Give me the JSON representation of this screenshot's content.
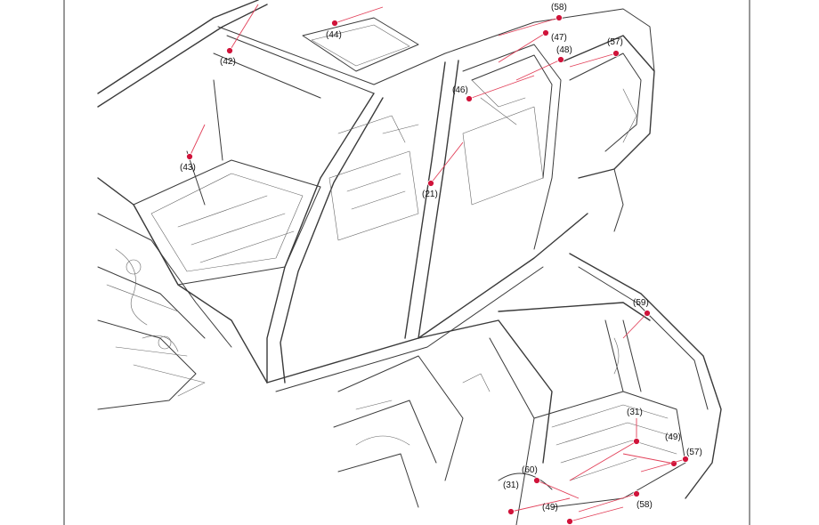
{
  "diagram": {
    "accent_color": "#d0133a",
    "leader_color": "#e2415a"
  },
  "callouts": [
    {
      "id": "c42",
      "label": "(42)"
    },
    {
      "id": "c44",
      "label": "(44)"
    },
    {
      "id": "c58a",
      "label": "(58)"
    },
    {
      "id": "c47",
      "label": "(47)"
    },
    {
      "id": "c48",
      "label": "(48)"
    },
    {
      "id": "c57a",
      "label": "(57)"
    },
    {
      "id": "c46",
      "label": "(46)"
    },
    {
      "id": "c43",
      "label": "(43)"
    },
    {
      "id": "c21",
      "label": "(21)"
    },
    {
      "id": "c59",
      "label": "(59)"
    },
    {
      "id": "c31a",
      "label": "(31)"
    },
    {
      "id": "c49a",
      "label": "(49)"
    },
    {
      "id": "c57b",
      "label": "(57)"
    },
    {
      "id": "c60",
      "label": "(60)"
    },
    {
      "id": "c31b",
      "label": "(31)"
    },
    {
      "id": "c58b",
      "label": "(58)"
    },
    {
      "id": "c49b",
      "label": "(49)"
    }
  ]
}
